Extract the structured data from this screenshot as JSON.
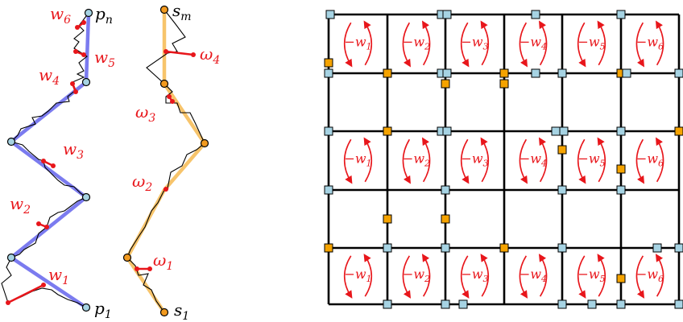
{
  "colors": {
    "black": "#000000",
    "red": "#e8161b",
    "blue": "#7b7bef",
    "gold": "#f7c46b",
    "sq_blue": "#a6d3e3",
    "sq_orange": "#f5a300",
    "circle_blue": "#a6d3e3",
    "circle_orange": "#f29a1f"
  },
  "left": {
    "p_top": {
      "base": "p",
      "sub": "n"
    },
    "p_bottom": {
      "base": "p",
      "sub": "1"
    },
    "weights": [
      {
        "base": "w",
        "sub": "6"
      },
      {
        "base": "w",
        "sub": "5"
      },
      {
        "base": "w",
        "sub": "4"
      },
      {
        "base": "w",
        "sub": "3"
      },
      {
        "base": "w",
        "sub": "2"
      },
      {
        "base": "w",
        "sub": "1"
      }
    ]
  },
  "middle": {
    "s_top": {
      "base": "s",
      "sub": "m"
    },
    "s_bottom": {
      "base": "s",
      "sub": "1"
    },
    "weights": [
      {
        "base": "ω",
        "sub": "4"
      },
      {
        "base": "ω",
        "sub": "3"
      },
      {
        "base": "ω",
        "sub": "2"
      },
      {
        "base": "ω",
        "sub": "1"
      }
    ]
  },
  "grid": {
    "cell_weights": [
      {
        "base": "−w",
        "sub": "1"
      },
      {
        "base": "−w",
        "sub": "2"
      },
      {
        "base": "−w",
        "sub": "3"
      },
      {
        "base": "−w",
        "sub": "4"
      },
      {
        "base": "−w",
        "sub": "5"
      },
      {
        "base": "−w",
        "sub": "6"
      }
    ]
  }
}
